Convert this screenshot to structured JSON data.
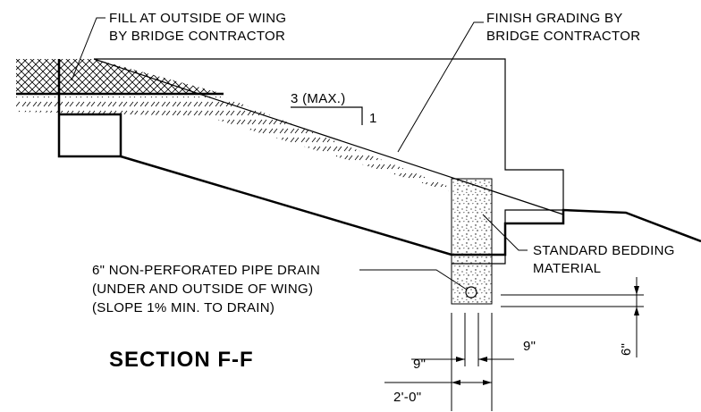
{
  "labels": {
    "fill_line1": "FILL AT OUTSIDE OF WING",
    "fill_line2": "BY BRIDGE CONTRACTOR",
    "grade_line1": "FINISH GRADING BY",
    "grade_line2": "BRIDGE CONTRACTOR",
    "slope_run": "3 (MAX.)",
    "slope_rise": "1",
    "bedding_line1": "STANDARD BEDDING",
    "bedding_line2": "MATERIAL",
    "pipe_line1": "6\" NON-PERFORATED PIPE DRAIN",
    "pipe_line2": "(UNDER AND OUTSIDE OF WING)",
    "pipe_line3": "(SLOPE 1% MIN. TO DRAIN)",
    "section_title": "SECTION F-F",
    "dim_left_9": "9\"",
    "dim_right_9": "9\"",
    "dim_width": "2'-0\"",
    "dim_depth": "6\""
  }
}
